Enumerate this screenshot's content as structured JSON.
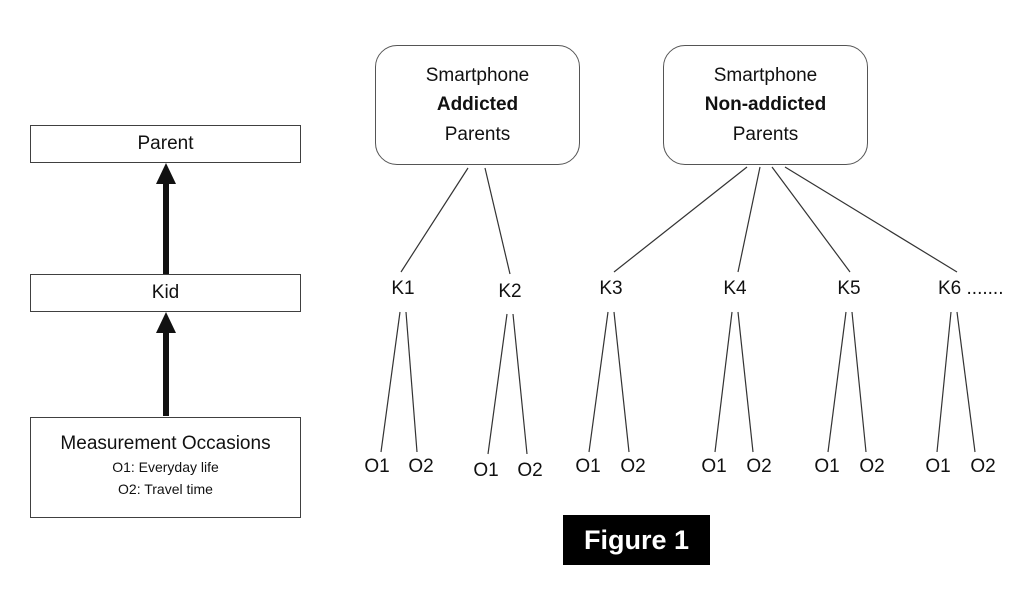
{
  "left_panel": {
    "parent_label": "Parent",
    "kid_label": "Kid",
    "measurement": {
      "title": "Measurement Occasions",
      "line1": "O1: Everyday life",
      "line2": "O2: Travel time"
    }
  },
  "groups": [
    {
      "line1": "Smartphone",
      "line2": "Addicted",
      "line3": "Parents"
    },
    {
      "line1": "Smartphone",
      "line2": "Non-addicted",
      "line3": "Parents"
    }
  ],
  "kids": [
    {
      "label": "K1",
      "o1": "O1",
      "o2": "O2"
    },
    {
      "label": "K2",
      "o1": "O1",
      "o2": "O2"
    },
    {
      "label": "K3",
      "o1": "O1",
      "o2": "O2"
    },
    {
      "label": "K4",
      "o1": "O1",
      "o2": "O2"
    },
    {
      "label": "K5",
      "o1": "O1",
      "o2": "O2"
    },
    {
      "label": "K6 .......",
      "o1": "O1",
      "o2": "O2"
    }
  ],
  "caption": "Figure 1",
  "colors": {
    "line": "#333333",
    "arrow": "#111111",
    "box_border": "#404040",
    "caption_bg": "#000000",
    "caption_text": "#ffffff"
  }
}
